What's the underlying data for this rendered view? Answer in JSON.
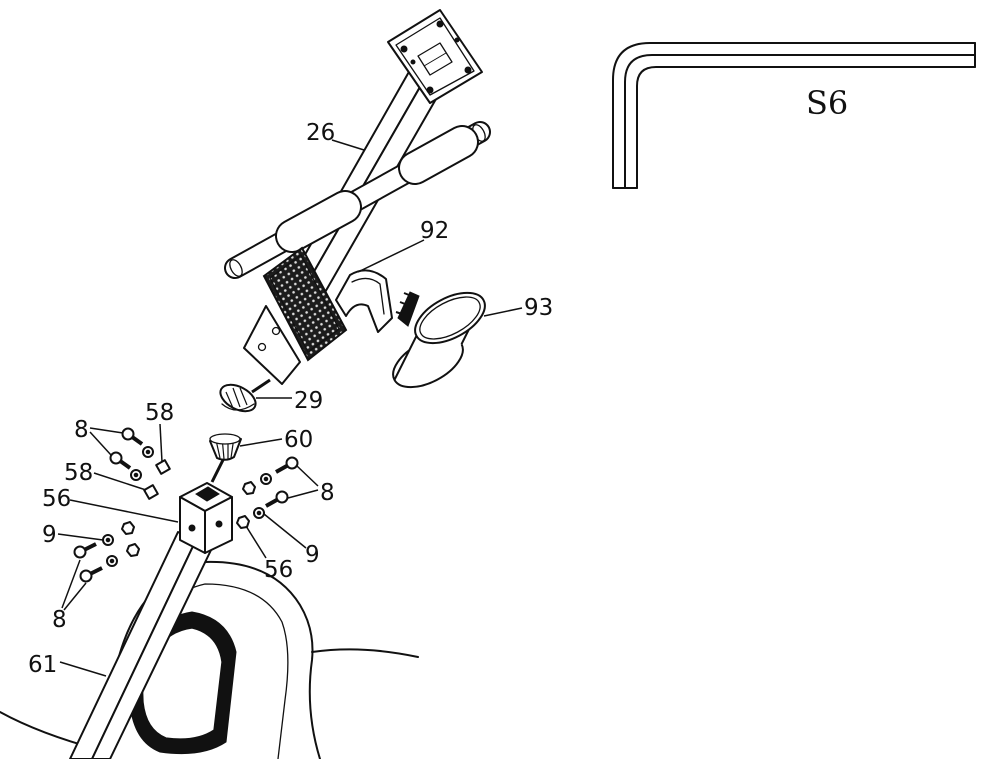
{
  "tool": {
    "label": "S6"
  },
  "callouts": [
    {
      "text": "26"
    },
    {
      "text": "92"
    },
    {
      "text": "93"
    },
    {
      "text": "29"
    },
    {
      "text": "60"
    },
    {
      "text": "58"
    },
    {
      "text": "8"
    },
    {
      "text": "58"
    },
    {
      "text": "56"
    },
    {
      "text": "9"
    },
    {
      "text": "8"
    },
    {
      "text": "9"
    },
    {
      "text": "56"
    },
    {
      "text": "8"
    },
    {
      "text": "61"
    }
  ]
}
